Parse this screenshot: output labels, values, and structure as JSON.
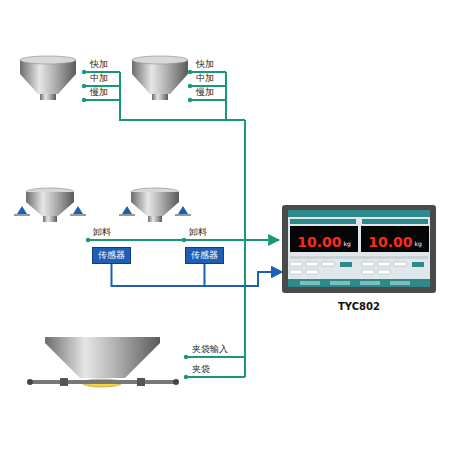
{
  "diagram": {
    "nodes": [
      {
        "text": [
          "传感器"
        ]
      },
      {
        "text": [
          "传感器"
        ]
      },
      {
        "text": [
          "TYC802"
        ]
      },
      {
        "text": [
          "10.00",
          "kg"
        ],
        "in": 2
      },
      {
        "text": [
          "10.00",
          "kg"
        ],
        "in": 2
      }
    ],
    "edges": [
      {
        "from": 0,
        "to": 2,
        "arrow": "to"
      },
      {
        "from": 1,
        "to": 2,
        "arrow": "to"
      }
    ],
    "labels": [
      "快加",
      "中加",
      "慢加",
      "快加",
      "中加",
      "慢加",
      "卸料",
      "卸料",
      "夹袋输入",
      "夹袋"
    ]
  }
}
